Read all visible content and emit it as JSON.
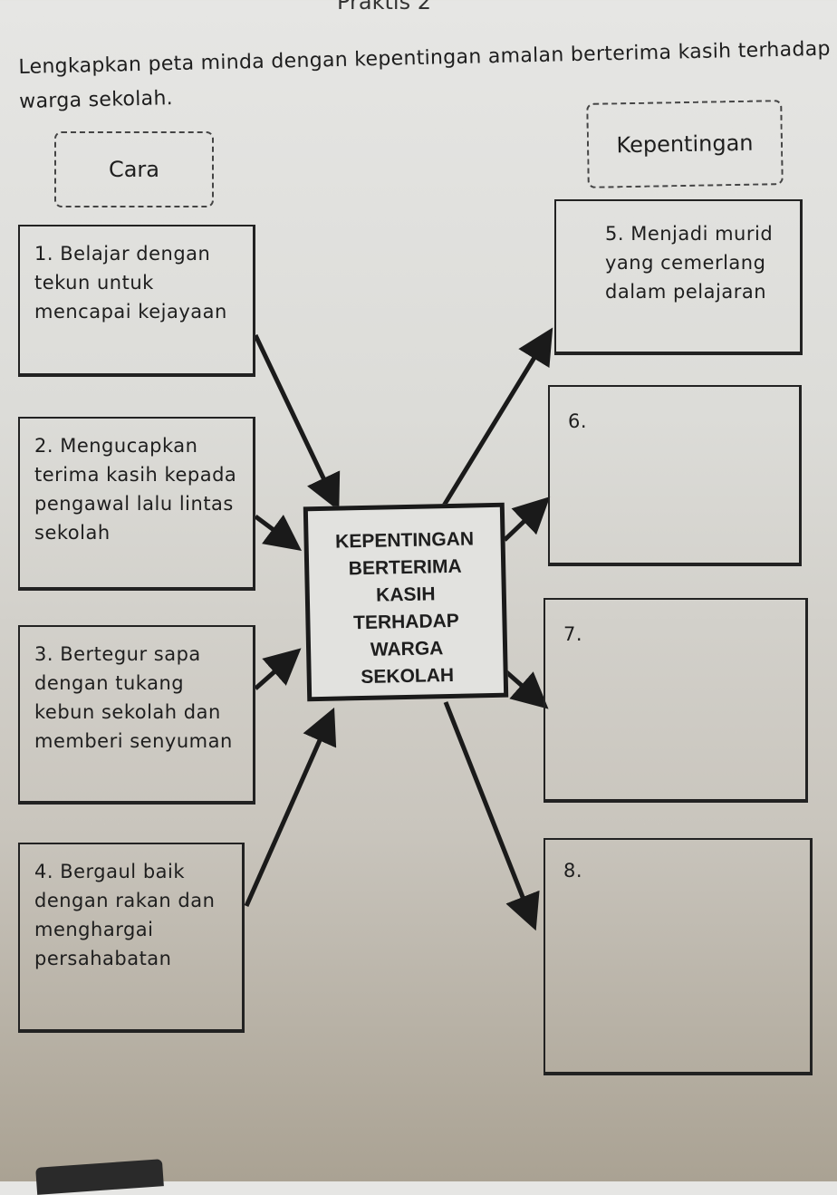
{
  "title": "Praktis 2",
  "instruction": "Lengkapkan peta minda dengan kepentingan amalan berterima kasih terhadap warga sekolah.",
  "headers": {
    "left": "Cara",
    "right": "Kepentingan"
  },
  "center": {
    "lines": [
      "KEPENTINGAN",
      "BERTERIMA",
      "KASIH",
      "TERHADAP",
      "WARGA",
      "SEKOLAH"
    ]
  },
  "cara": [
    "1. Belajar dengan tekun untuk mencapai kejayaan",
    "2. Mengucapkan terima kasih kepada pengawal lalu lintas sekolah",
    "3. Bertegur sapa dengan tukang kebun sekolah dan memberi senyuman",
    "4. Bergaul baik dengan rakan dan menghargai persahabatan"
  ],
  "kepentingan": [
    "5. Menjadi murid yang cemerlang dalam pelajaran",
    "6.",
    "7.",
    "8."
  ]
}
